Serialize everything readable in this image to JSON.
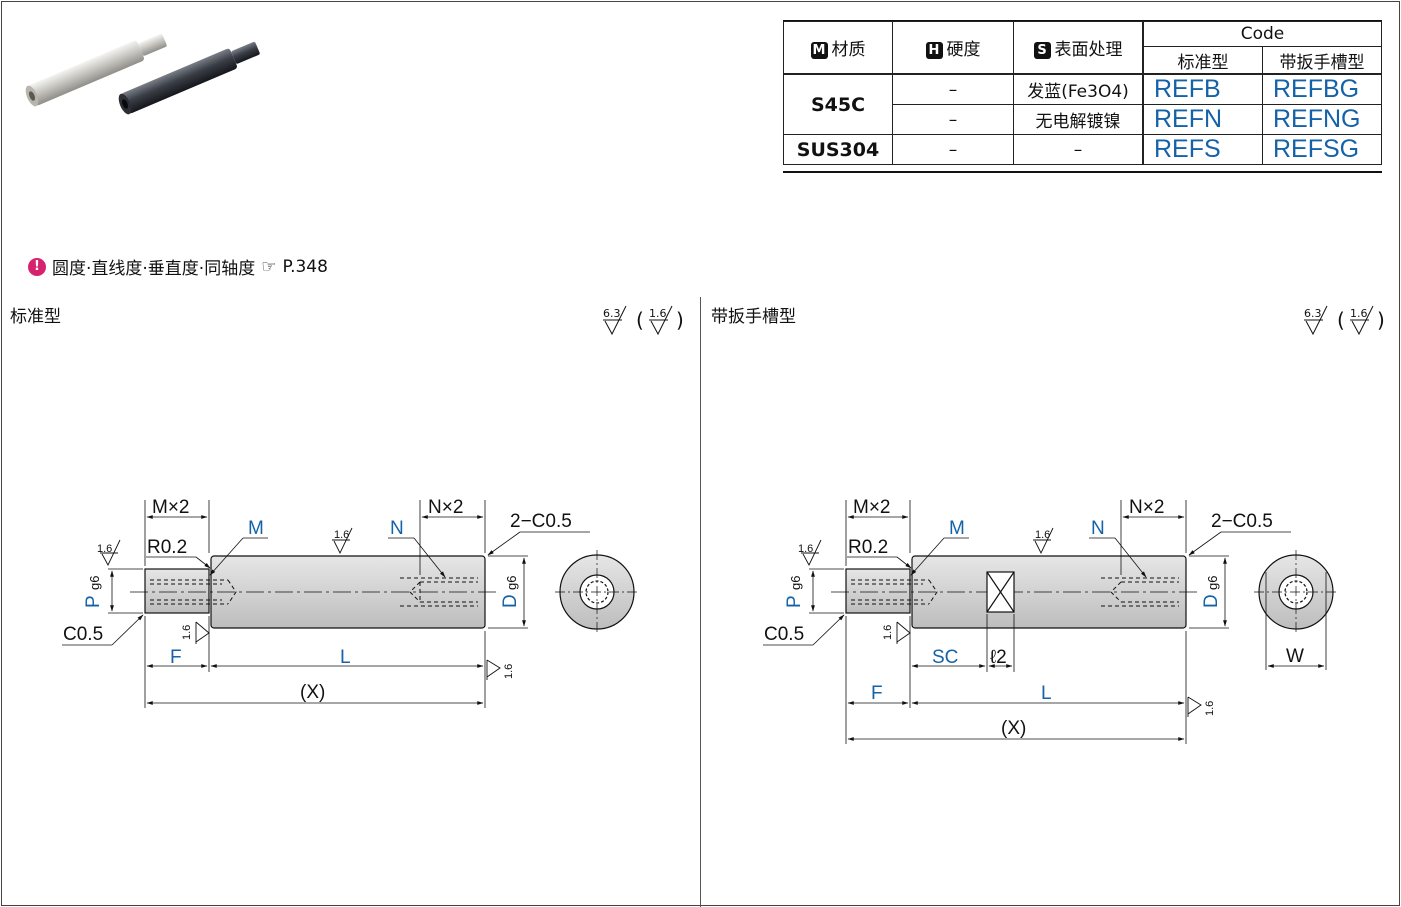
{
  "spec_table": {
    "hdr_material": "材质",
    "hdr_hardness": "硬度",
    "hdr_surface": "表面处理",
    "hdr_code": "Code",
    "hdr_standard": "标准型",
    "hdr_grooved": "带扳手槽型",
    "badge_m": "M",
    "badge_h": "H",
    "badge_s": "S",
    "rows": [
      {
        "material": "S45C",
        "hardness": "–",
        "surface": "发蓝(Fe3O4)",
        "code_std": "REFB",
        "code_grv": "REFBG"
      },
      {
        "material": "",
        "hardness": "–",
        "surface": "无电解镀镍",
        "code_std": "REFN",
        "code_grv": "REFNG"
      },
      {
        "material": "SUS304",
        "hardness": "–",
        "surface": "–",
        "code_std": "REFS",
        "code_grv": "REFSG"
      }
    ]
  },
  "note": {
    "icon": "warning-icon",
    "text": "圆度·直线度·垂直度·同轴度",
    "ref_icon": "pointing-hand-icon",
    "ref": "P.348"
  },
  "sections": {
    "left_title": "标准型",
    "right_title": "带扳手槽型"
  },
  "roughness": {
    "main": "6.3",
    "alt": "1.6"
  },
  "dims": {
    "mx2": "M×2",
    "nx2": "N×2",
    "m": "M",
    "n": "N",
    "r02": "R0.2",
    "c05": "C0.5",
    "c05x2": "2−C0.5",
    "p": "P",
    "d": "D",
    "g6": "g6",
    "f": "F",
    "l": "L",
    "x": "(X)",
    "sc": "SC",
    "l2": "ℓ2",
    "w": "W",
    "ra16": "1.6"
  },
  "colors": {
    "accent": "#1462a8",
    "warning": "#d6236e"
  }
}
